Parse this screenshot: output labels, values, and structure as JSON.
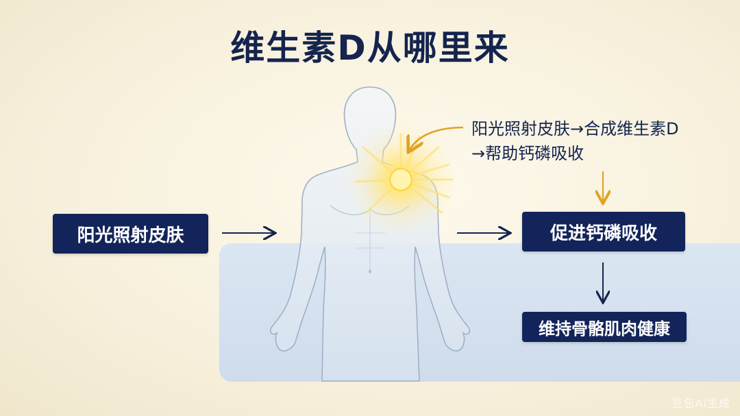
{
  "title": "维生素D从哪里来",
  "boxes": {
    "sunlight": "阳光照射皮肤",
    "absorb": "促进钙磷吸收",
    "health": "维持骨骼肌肉健康"
  },
  "annotation": {
    "line1": "阳光照射皮肤→合成维生素D",
    "line2": "→帮助钙磷吸收"
  },
  "watermark": "豆包AI生成",
  "colors": {
    "navy": "#13245a",
    "accent": "#e0a326",
    "panel": "#d4e0ee"
  }
}
